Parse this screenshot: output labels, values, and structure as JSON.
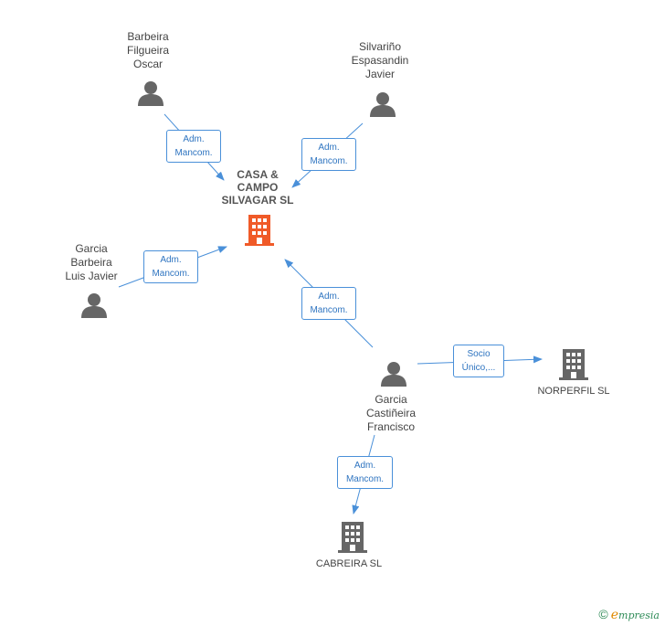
{
  "colors": {
    "center_company": "#f05a28",
    "company": "#666666",
    "person": "#666666",
    "edge": "#4a90d9"
  },
  "center": {
    "name_lines": [
      "CASA &",
      "CAMPO",
      "SILVAGAR SL"
    ],
    "icon": "building-icon"
  },
  "persons": [
    {
      "id": "barbeira",
      "name_lines": [
        "Barbeira",
        "Filgueira",
        "Oscar"
      ],
      "icon": "person-icon"
    },
    {
      "id": "silvarino",
      "name_lines": [
        "Silvariño",
        "Espasandin",
        "Javier"
      ],
      "icon": "person-icon"
    },
    {
      "id": "garcia-luis",
      "name_lines": [
        "Garcia",
        "Barbeira",
        "Luis Javier"
      ],
      "icon": "person-icon"
    },
    {
      "id": "garcia-francisco",
      "name_lines": [
        "Garcia",
        "Castiñeira",
        "Francisco"
      ],
      "icon": "person-icon"
    }
  ],
  "companies": [
    {
      "id": "norperfil",
      "name": "NORPERFIL SL",
      "icon": "building-icon"
    },
    {
      "id": "cabreira",
      "name": "CABREIRA SL",
      "icon": "building-icon"
    }
  ],
  "edges": [
    {
      "from": "barbeira",
      "to": "center",
      "label_lines": [
        "Adm.",
        "Mancom."
      ]
    },
    {
      "from": "silvarino",
      "to": "center",
      "label_lines": [
        "Adm.",
        "Mancom."
      ]
    },
    {
      "from": "garcia-luis",
      "to": "center",
      "label_lines": [
        "Adm.",
        "Mancom."
      ]
    },
    {
      "from": "garcia-francisco",
      "to": "center",
      "label_lines": [
        "Adm.",
        "Mancom."
      ]
    },
    {
      "from": "garcia-francisco",
      "to": "norperfil",
      "label_lines": [
        "Socio",
        "Único,..."
      ]
    },
    {
      "from": "garcia-francisco",
      "to": "cabreira",
      "label_lines": [
        "Adm.",
        "Mancom."
      ]
    }
  ],
  "brand": {
    "copyright": "©",
    "initial": "e",
    "rest": "mpresia"
  }
}
